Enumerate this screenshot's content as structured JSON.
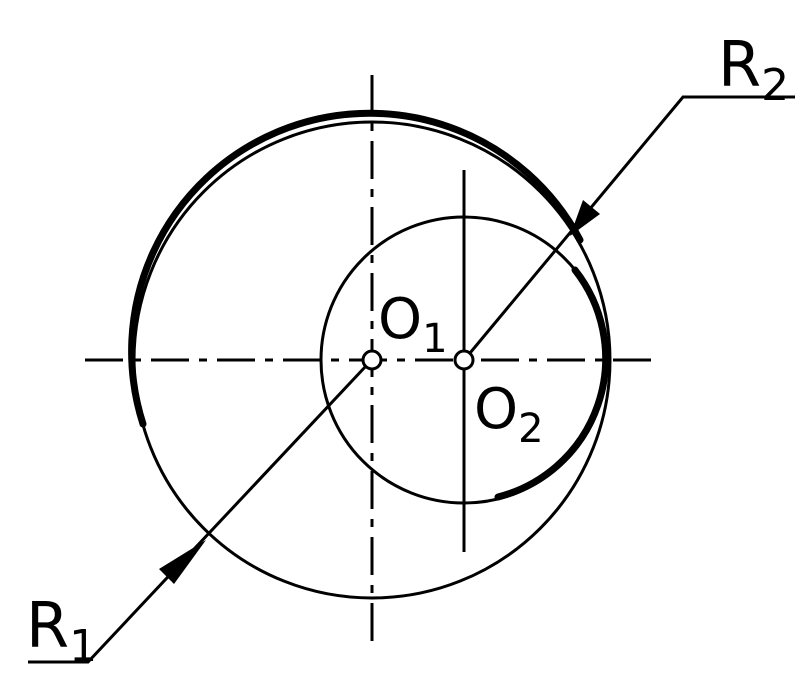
{
  "labels": {
    "r1": {
      "main": "R",
      "sub": "1"
    },
    "r2": {
      "main": "R",
      "sub": "2"
    },
    "o1": {
      "main": "O",
      "sub": "1"
    },
    "o2": {
      "main": "O",
      "sub": "2"
    }
  },
  "colors": {
    "ink": "#000000",
    "background": "#ffffff"
  }
}
